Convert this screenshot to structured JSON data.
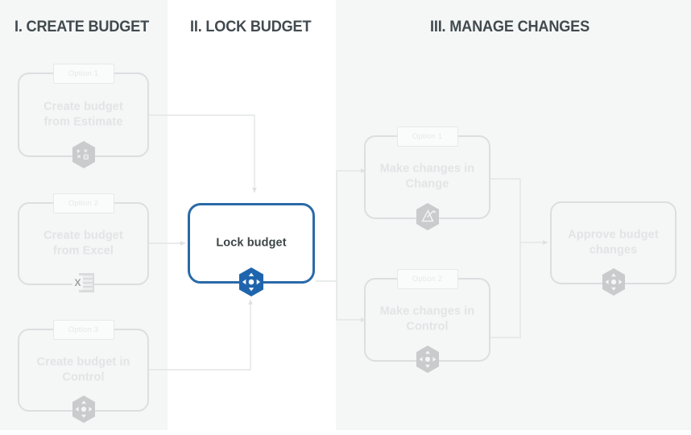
{
  "diagram": {
    "title": "Budget lifecycle process flow",
    "colors": {
      "band_grey": "#f5f6f6",
      "band_white": "#ffffff",
      "heading_text": "#414a4e",
      "node_border_muted": "#dcdedf",
      "node_text_muted": "#e2e4e5",
      "active_border_blue": "#2a6aa8",
      "active_text": "#3e4648",
      "badge_grey": "#c9cbcc",
      "badge_blue": "#1f65ad",
      "connector_grey": "#e3e5e6"
    },
    "phases": [
      {
        "id": "create",
        "title": "I. CREATE BUDGET"
      },
      {
        "id": "lock",
        "title": "II. LOCK BUDGET"
      },
      {
        "id": "manage",
        "title": "III. MANAGE CHANGES"
      }
    ],
    "nodes": {
      "create_estimate": {
        "option": "Option 1",
        "label": "Create budget\nfrom Estimate",
        "icon": "calculator-hex-icon",
        "state": "muted"
      },
      "create_excel": {
        "option": "Option 2",
        "label": "Create budget\nfrom Excel",
        "icon": "excel-sheet-icon",
        "state": "muted"
      },
      "create_control": {
        "option": "Option 3",
        "label": "Create budget in\nControl",
        "icon": "control-hex-icon",
        "state": "muted"
      },
      "lock_budget": {
        "option": null,
        "label": "Lock budget",
        "icon": "control-hex-icon",
        "state": "active"
      },
      "change_change": {
        "option": "Option 1",
        "label": "Make changes in\nChange",
        "icon": "delta-change-hex-icon",
        "state": "muted"
      },
      "change_control": {
        "option": "Option 2",
        "label": "Make changes in\nControl",
        "icon": "control-hex-icon",
        "state": "muted"
      },
      "approve": {
        "option": null,
        "label": "Approve budget\nchanges",
        "icon": "control-hex-icon",
        "state": "muted"
      }
    },
    "connectors": [
      {
        "from": "create_estimate",
        "to": "lock_budget",
        "direction": "right-then-down"
      },
      {
        "from": "create_excel",
        "to": "lock_budget",
        "direction": "right"
      },
      {
        "from": "create_control",
        "to": "lock_budget",
        "direction": "right-then-up"
      },
      {
        "from": "lock_budget",
        "to": "change_change",
        "direction": "right-then-up"
      },
      {
        "from": "lock_budget",
        "to": "change_control",
        "direction": "right-then-down"
      },
      {
        "from": "change_change",
        "to": "approve",
        "direction": "right-then-down"
      },
      {
        "from": "change_control",
        "to": "approve",
        "direction": "right-then-up"
      }
    ]
  }
}
